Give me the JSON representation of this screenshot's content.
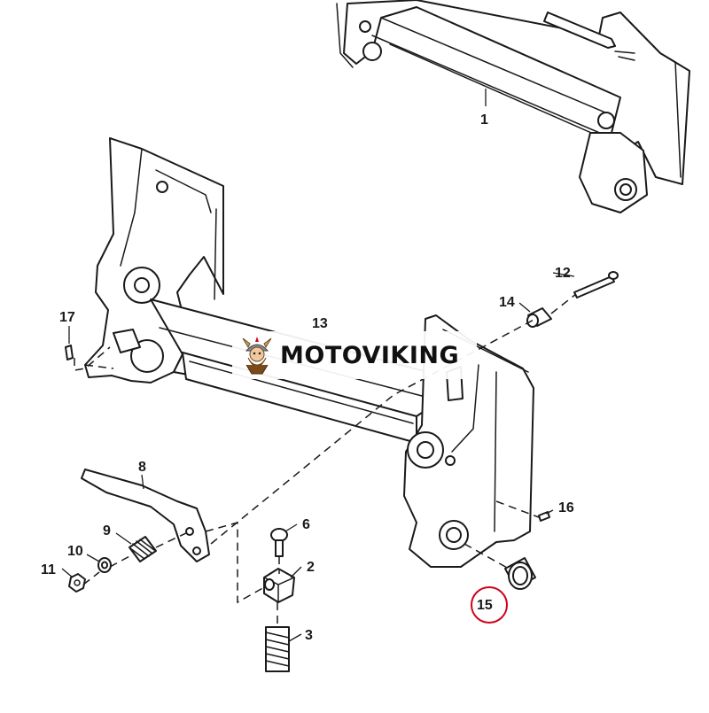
{
  "diagram": {
    "callouts": [
      {
        "id": "1",
        "label": "1"
      },
      {
        "id": "2",
        "label": "2"
      },
      {
        "id": "3",
        "label": "3"
      },
      {
        "id": "6",
        "label": "6"
      },
      {
        "id": "8",
        "label": "8"
      },
      {
        "id": "9",
        "label": "9"
      },
      {
        "id": "10",
        "label": "10"
      },
      {
        "id": "11",
        "label": "11"
      },
      {
        "id": "12",
        "label": "12"
      },
      {
        "id": "13",
        "label": "13"
      },
      {
        "id": "14",
        "label": "14"
      },
      {
        "id": "15",
        "label": "15",
        "highlighted": true
      },
      {
        "id": "16",
        "label": "16"
      },
      {
        "id": "17",
        "label": "17"
      }
    ],
    "highlight_color": "#d0021b",
    "line_color": "#1a1a1a"
  },
  "watermark": {
    "text": "MOTOVIKING",
    "icon": "viking-mascot-icon"
  }
}
